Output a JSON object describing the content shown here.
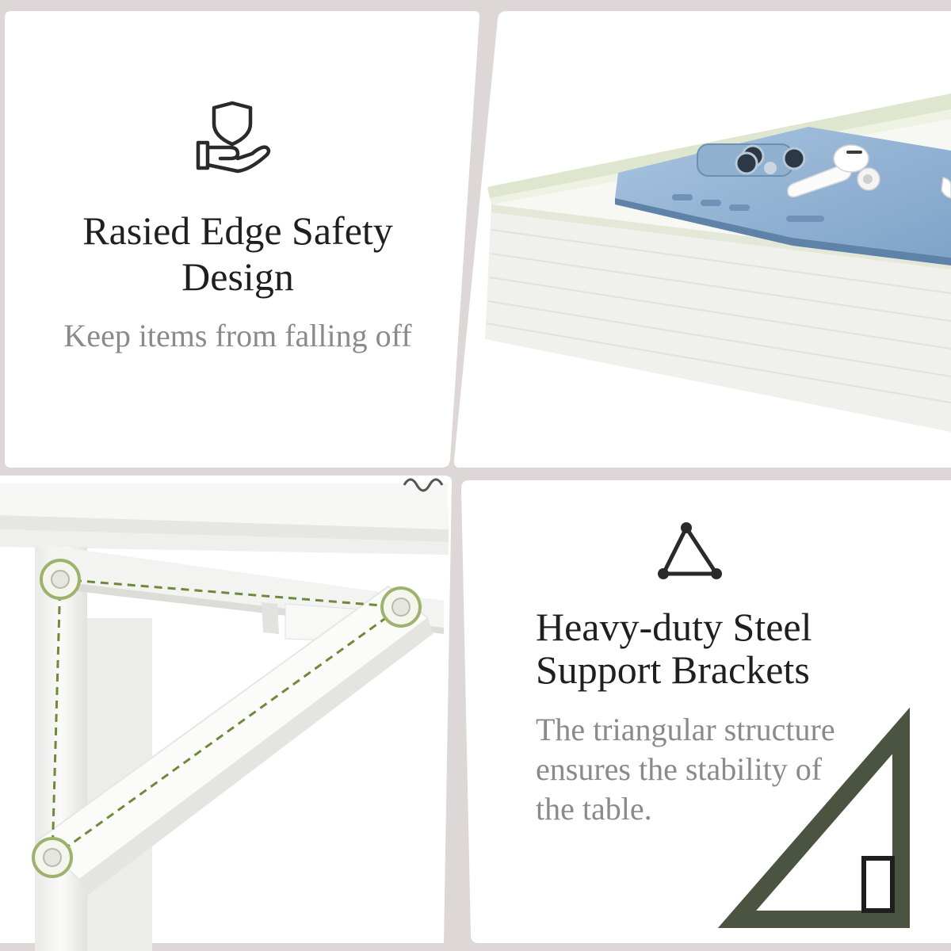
{
  "panels": {
    "top_left": {
      "icon": "shield-hand-icon",
      "title_line1": "Rasied Edge Safety",
      "title_line2": "Design",
      "subtitle": "Keep items from falling off"
    },
    "bottom_right": {
      "icon": "triangle-nodes-icon",
      "title_line1": "Heavy-duty Steel",
      "title_line2": "Support Brackets",
      "subtitle_line1": "The triangular structure",
      "subtitle_line2": "ensures the stability of",
      "subtitle_line3": "the table.",
      "decoration": "right-triangle-icon"
    }
  },
  "colors": {
    "frame": "#ddd7d7",
    "title": "#1f1f1f",
    "subtitle": "#8a8a8a",
    "accent_green": "#4a5440",
    "dash_green": "#6c8a3a"
  }
}
